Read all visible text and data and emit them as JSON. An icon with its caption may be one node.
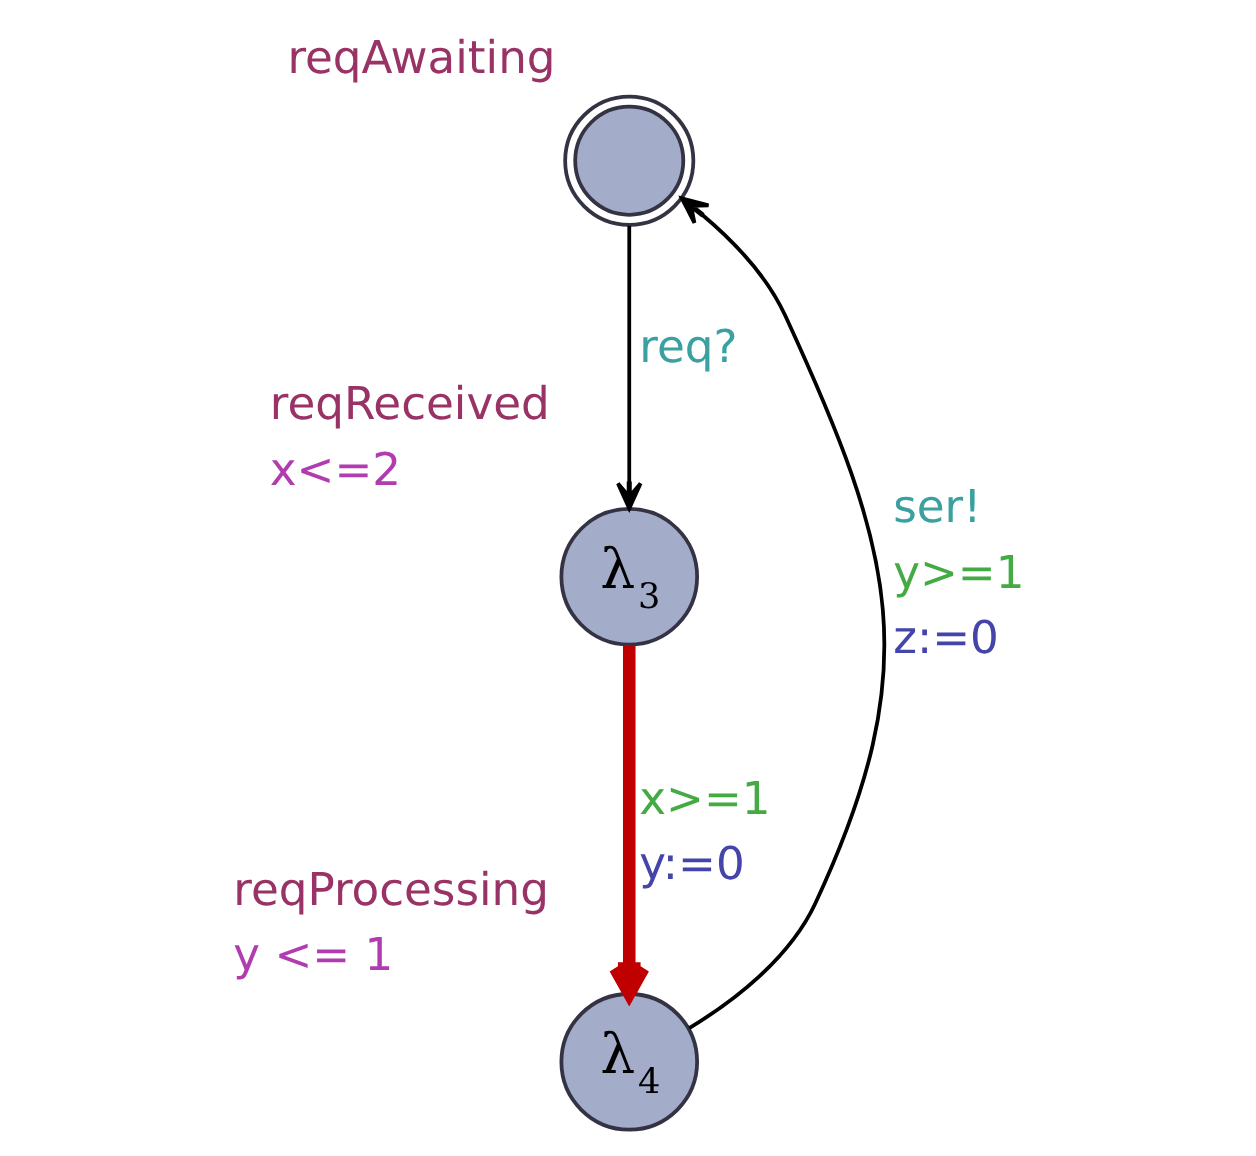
{
  "diagram": {
    "nodes": [
      {
        "text": [],
        "shape": "circle",
        "beside": [
          "reqAwaiting"
        ]
      },
      {
        "text": [
          "λ$_{3}$"
        ],
        "beside": [
          "reqReceived",
          "x<=2"
        ]
      },
      {
        "text": [
          "λ$_{4}$"
        ],
        "beside": [
          "reqProcessing",
          "y <= 1"
        ]
      }
    ],
    "edges": [
      {
        "from": 0,
        "to": 1,
        "arrow": "to",
        "label": [
          "req?"
        ]
      },
      {
        "from": 1,
        "to": 2,
        "arrow": "to",
        "label": [
          "x>=1",
          "y:=0"
        ],
        "style": "thick",
        "color": "#c00000"
      },
      {
        "from": 2,
        "to": 0,
        "arrow": "to",
        "label": [
          "ser!",
          "y>=1",
          "z:=0"
        ]
      }
    ]
  }
}
